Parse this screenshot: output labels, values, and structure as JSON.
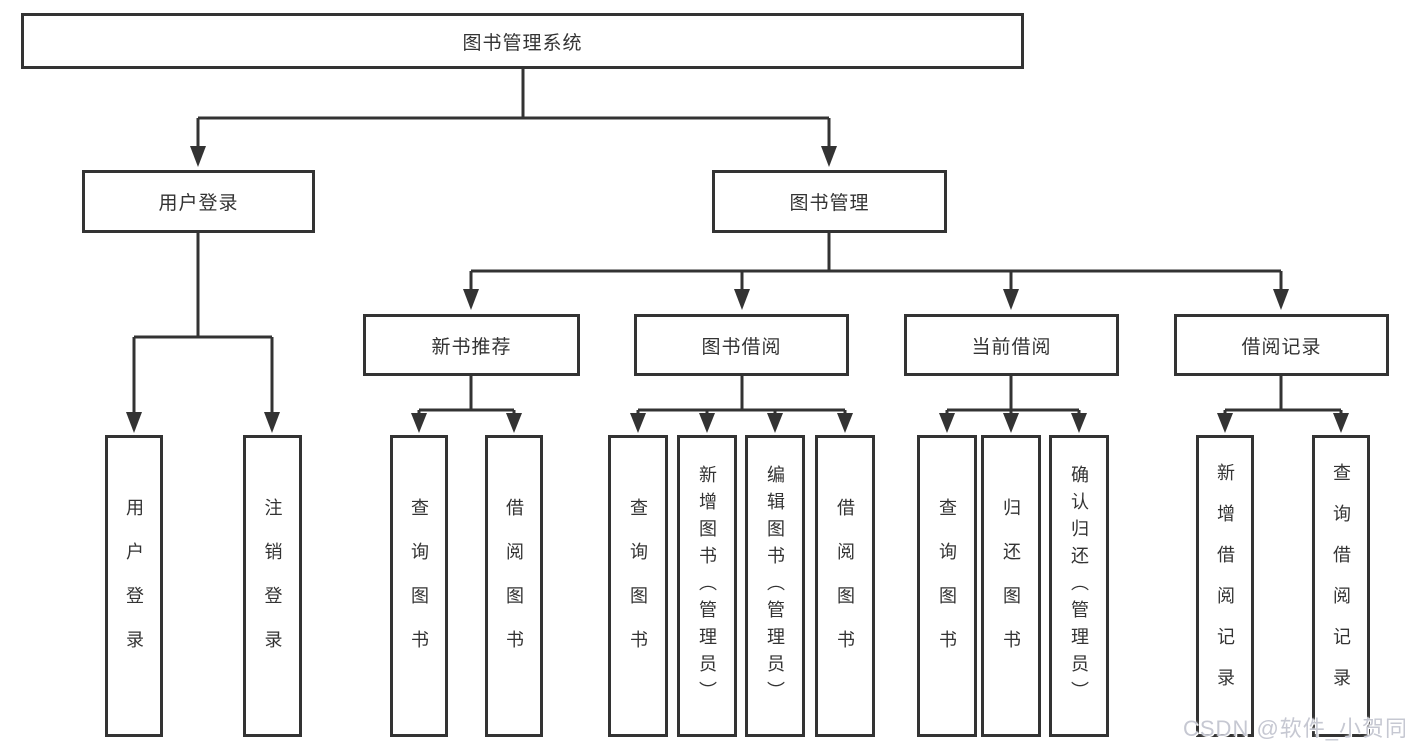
{
  "diagram": {
    "root": {
      "label": "图书管理系统"
    },
    "branches": [
      {
        "label": "用户登录",
        "children": [
          {
            "label": "用户登录"
          },
          {
            "label": "注销登录"
          }
        ]
      },
      {
        "label": "图书管理",
        "children": [
          {
            "label": "新书推荐",
            "children": [
              {
                "label": "查询图书"
              },
              {
                "label": "借阅图书"
              }
            ]
          },
          {
            "label": "图书借阅",
            "children": [
              {
                "label": "查询图书"
              },
              {
                "label": "新增图书（管理员）"
              },
              {
                "label": "编辑图书（管理员）"
              },
              {
                "label": "借阅图书"
              }
            ]
          },
          {
            "label": "当前借阅",
            "children": [
              {
                "label": "查询图书"
              },
              {
                "label": "归还图书"
              },
              {
                "label": "确认归还（管理员）"
              }
            ]
          },
          {
            "label": "借阅记录",
            "children": [
              {
                "label": "新增借阅记录"
              },
              {
                "label": "查询借阅记录"
              }
            ]
          }
        ]
      }
    ]
  },
  "watermark": {
    "text": "CSDN @软件_小贺同学"
  },
  "colors": {
    "line": "#333333",
    "text": "#333333",
    "background": "#ffffff",
    "watermark": "#c6c8d2"
  }
}
